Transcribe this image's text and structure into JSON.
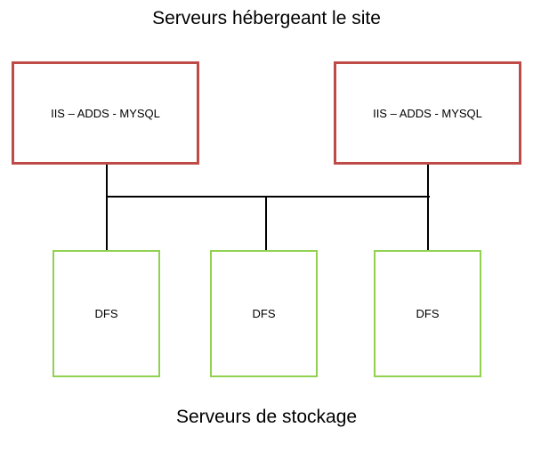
{
  "diagram": {
    "top_title": "Serveurs hébergeant le site",
    "bottom_title": "Serveurs de stockage",
    "web_servers": [
      {
        "label": "IIS – ADDS - MYSQL"
      },
      {
        "label": "IIS – ADDS - MYSQL"
      }
    ],
    "storage_servers": [
      {
        "label": "DFS"
      },
      {
        "label": "DFS"
      },
      {
        "label": "DFS"
      }
    ],
    "colors": {
      "web_server_border": "#be4b48",
      "storage_server_border": "#92d050",
      "connector": "#000000"
    }
  }
}
